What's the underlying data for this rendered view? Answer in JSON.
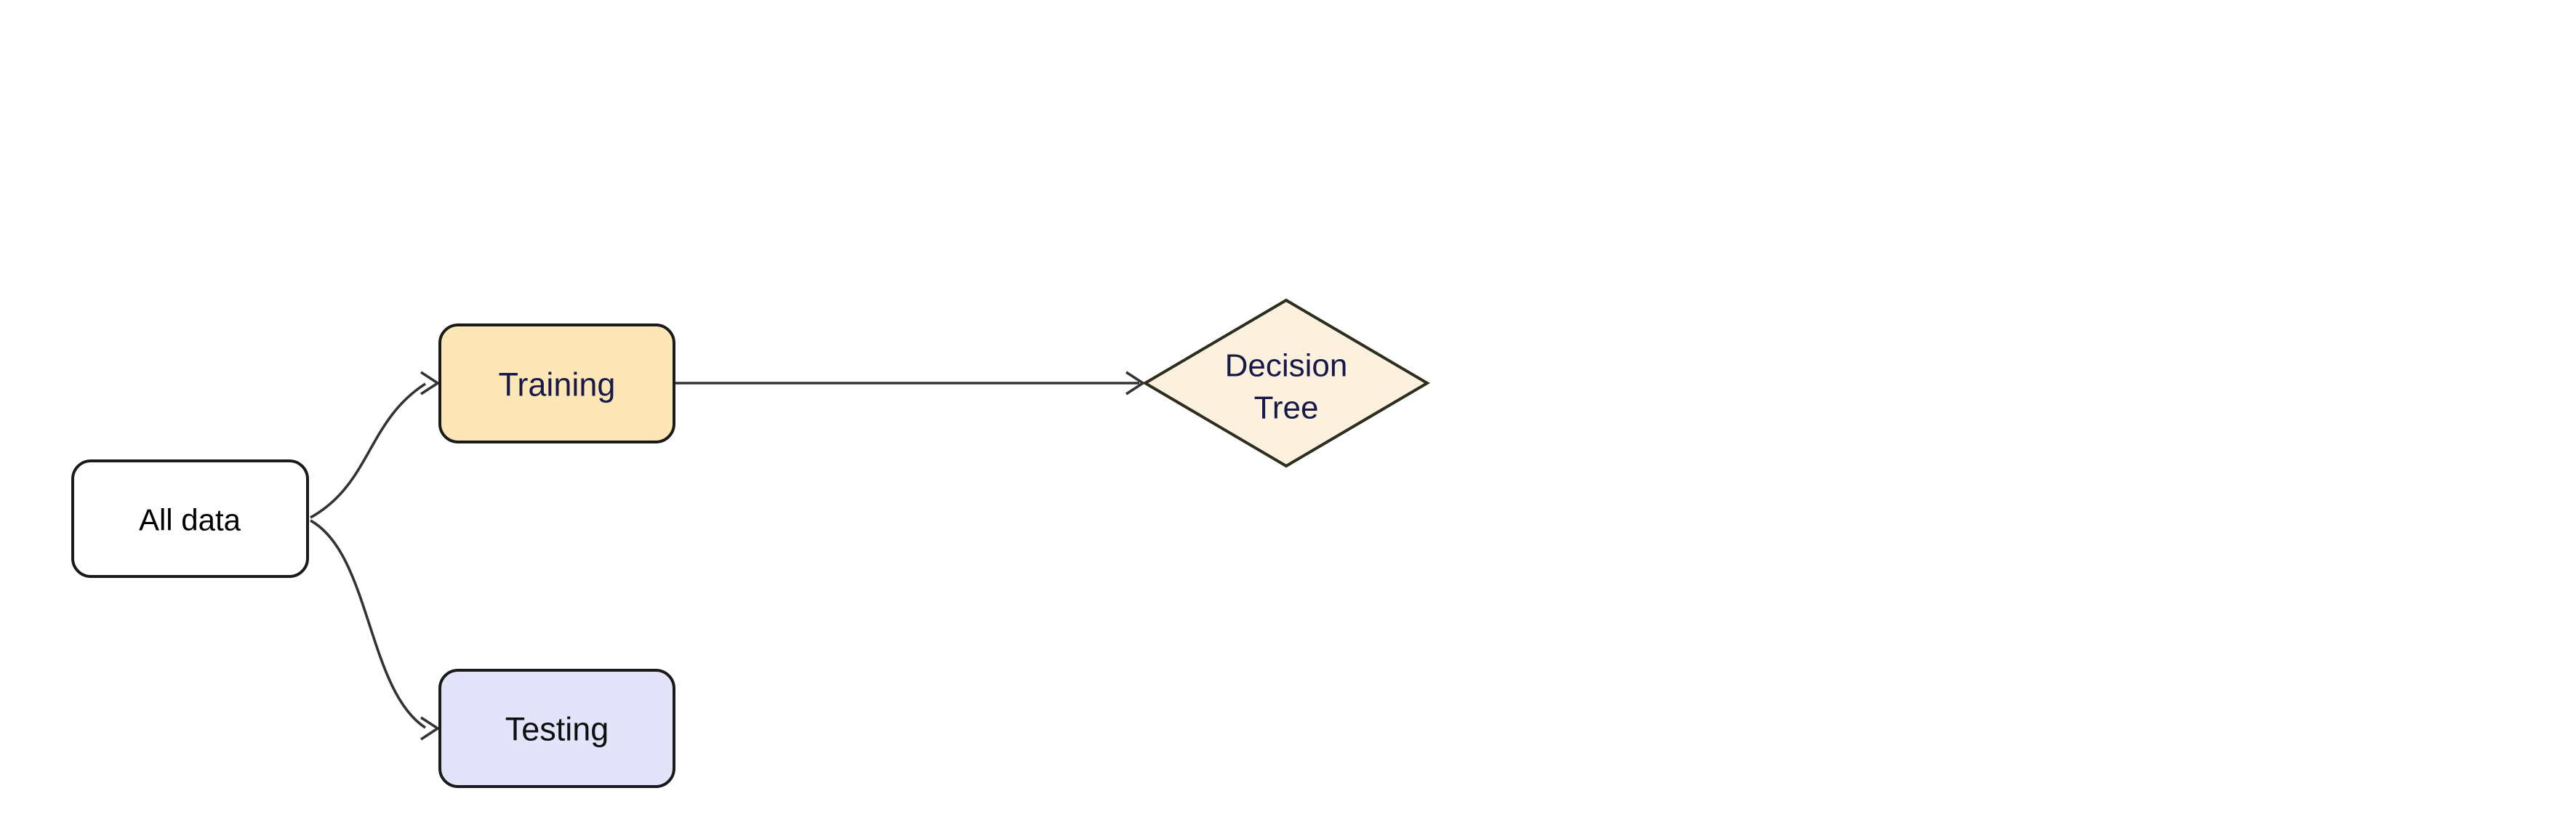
{
  "canvas": {
    "background": "#ffffff"
  },
  "diagram": {
    "type": "flowchart",
    "direction": "left-to-right",
    "edge_color": "#333333",
    "nodes": [
      {
        "id": "all_data",
        "label": "All data",
        "shape": "rounded-rectangle",
        "fill": "#ffffff",
        "stroke": "#1a1a1a",
        "text_color": "#000000"
      },
      {
        "id": "training",
        "label": "Training",
        "shape": "rounded-rectangle",
        "fill": "#fce6b6",
        "stroke": "#1a1a1a",
        "text_color": "#191948"
      },
      {
        "id": "testing",
        "label": "Testing",
        "shape": "rounded-rectangle",
        "fill": "#e3e3fa",
        "stroke": "#1a1a1a",
        "text_color": "#0f0f0f"
      },
      {
        "id": "decision_tree",
        "label": "Decision Tree",
        "label_lines": [
          "Decision",
          "Tree"
        ],
        "shape": "diamond",
        "fill": "#fcf0de",
        "stroke": "#2e2e1f",
        "text_color": "#191948"
      }
    ],
    "edges": [
      {
        "from": "All data",
        "to": "Training",
        "style": "curved",
        "arrow": "open-chevron"
      },
      {
        "from": "All data",
        "to": "Testing",
        "style": "curved",
        "arrow": "open-chevron"
      },
      {
        "from": "Training",
        "to": "Decision Tree",
        "style": "straight",
        "arrow": "open-chevron"
      }
    ]
  }
}
